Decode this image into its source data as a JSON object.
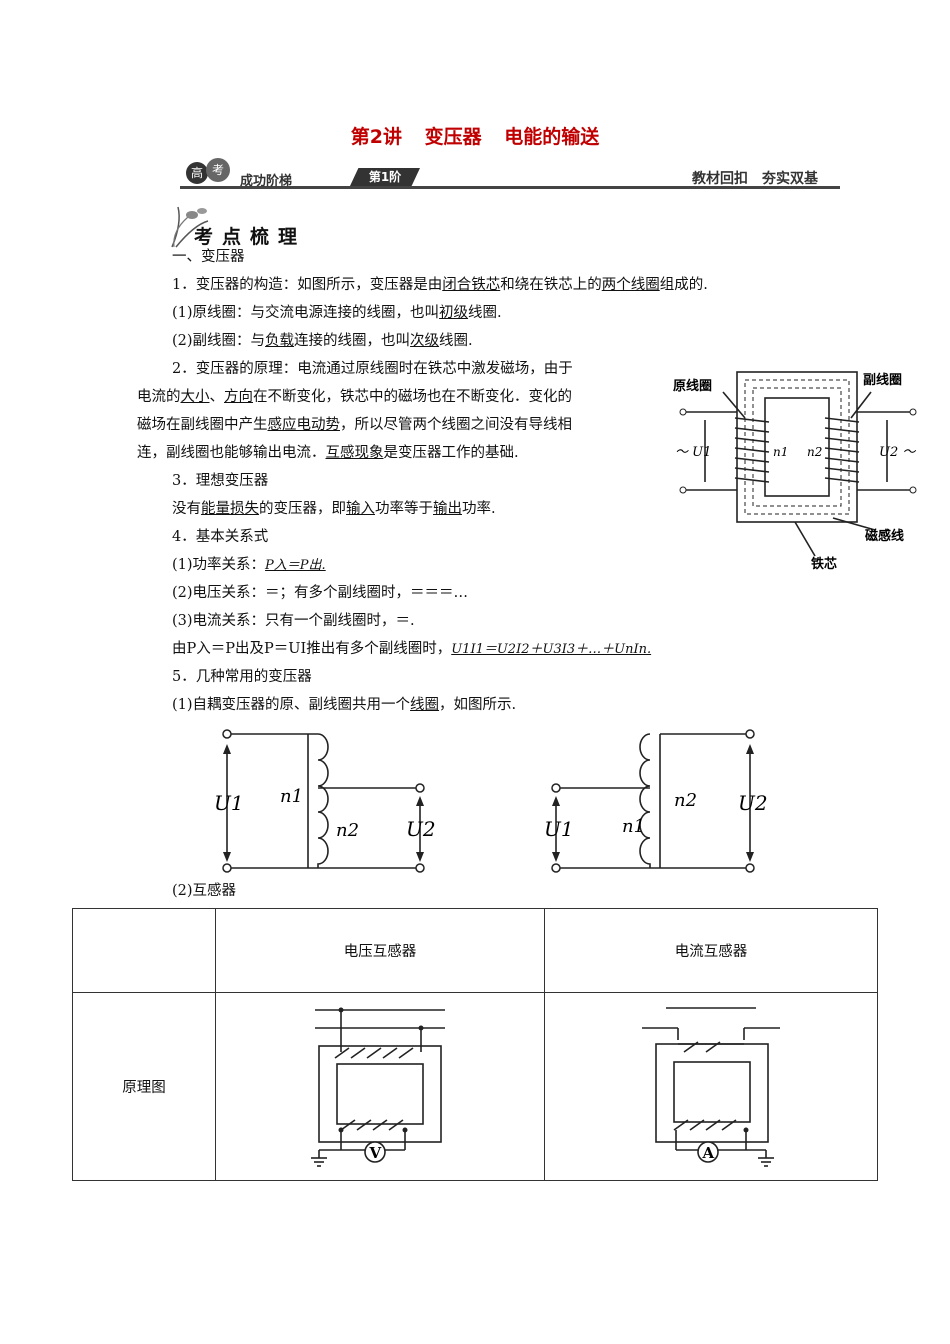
{
  "title": {
    "part1": "第2讲",
    "part2": "变压器",
    "part3": "电能的输送"
  },
  "banner": {
    "gao": "高",
    "kao": "考",
    "ladder": "成功阶梯",
    "step": "第1阶",
    "right": "教材回扣　夯实双基"
  },
  "section_heading": "考点梳理",
  "sec1": "一、变压器",
  "item1": {
    "a": "1．变压器的构造：如图所示，变压器是由",
    "u1": "闭合铁芯",
    "b": "和绕在铁芯上的",
    "u2": "两个线圈",
    "c": "组成的."
  },
  "item1_1": {
    "a": "(1)原线圈：与交流电源连接的线圈，也叫",
    "u": "初级",
    "b": "线圈."
  },
  "item1_2": {
    "a": "(2)副线圈：与",
    "u1": "负载",
    "b": "连接的线圈，也叫",
    "u2": "次级",
    "c": "线圈."
  },
  "item2": {
    "l1": "2．变压器的原理：电流通过原线圈时在铁芯中激发磁场，由于",
    "l2a": "电流的",
    "l2u1": "大小",
    "l2b": "、",
    "l2u2": "方向",
    "l2c": "在不断变化，铁芯中的磁场也在不断变化．变化的",
    "l3a": "磁场在副线圈中产生",
    "l3u": "感应电动势",
    "l3b": "，所以尽管两个线圈之间没有导线相",
    "l4a": "连，副线圈也能够输出电流．",
    "l4u": "互感现象",
    "l4b": "是变压器工作的基础."
  },
  "item3": "3．理想变压器",
  "item3_1": {
    "a": "没有",
    "u1": "能量损失",
    "b": "的变压器，即",
    "u2": "输入",
    "c": "功率等于",
    "u3": "输出",
    "d": "功率."
  },
  "item4": "4．基本关系式",
  "item4_1": {
    "a": "(1)功率关系：",
    "u": "P入＝P出."
  },
  "item4_2": "(2)电压关系：＝；有多个副线圈时，＝＝＝…",
  "item4_3": "(3)电流关系：只有一个副线圈时，＝.",
  "item4_4": {
    "a": "由P入＝P出及P＝UI推出有多个副线圈时，",
    "u": "U1I1＝U2I2＋U3I3＋…＋UnIn."
  },
  "item5": "5．几种常用的变压器",
  "item5_1": {
    "a": "(1)自耦变压器的原、副线圈共用一个",
    "u": "线圈",
    "b": "，如图所示."
  },
  "item5_2": "(2)互感器",
  "fig1": {
    "primary": "原线圈",
    "secondary": "副线圈",
    "flux": "磁感线",
    "core": "铁芯",
    "u1": "～ U1",
    "u2": "U2 ～",
    "n1": "n1",
    "n2": "n2"
  },
  "fig2": {
    "u1": "U1",
    "u2": "U2",
    "n1": "n1",
    "n2": "n2"
  },
  "table": {
    "head": [
      "",
      "电压互感器",
      "电流互感器"
    ],
    "row1_label": "原理图",
    "voltmeter": "V",
    "ammeter": "A"
  }
}
